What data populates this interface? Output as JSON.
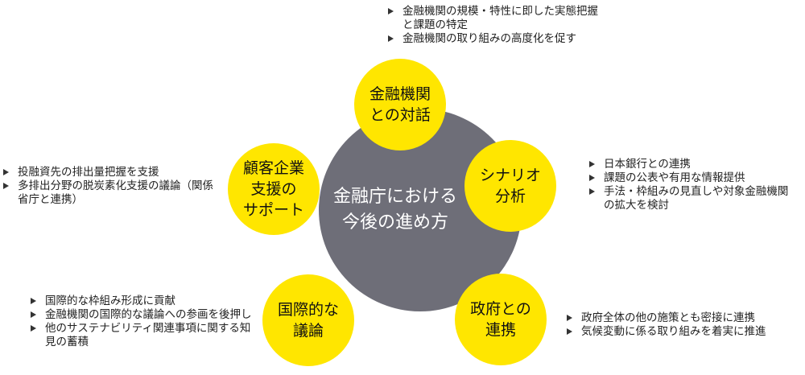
{
  "center": {
    "label": "金融庁における\n今後の進め方"
  },
  "nodes": {
    "dialogue": {
      "label": "金融機関\nとの対話",
      "bullets": [
        "金融機関の規模・特性に即した実態把握と課題の特定",
        "金融機関の取り組みの高度化を促す"
      ]
    },
    "scenario": {
      "label": "シナリオ\n分析",
      "bullets": [
        "日本銀行との連携",
        "課題の公表や有用な情報提供",
        "手法・枠組みの見直しや対象金融機関の拡大を検討"
      ]
    },
    "customer": {
      "label": "顧客企業\n支援の\nサポート",
      "bullets": [
        "投融資先の排出量把握を支援",
        "多排出分野の脱炭素化支援の議論（関係省庁と連携）"
      ]
    },
    "international": {
      "label": "国際的な\n議論",
      "bullets": [
        "国際的な枠組み形成に貢献",
        "金融機関の国際的な議論への参画を後押し",
        "他のサステナビリティ関連事項に関する知見の蓄積"
      ]
    },
    "government": {
      "label": "政府との\n連携",
      "bullets": [
        "政府全体の他の施策とも密接に連携",
        "気候変動に係る取り組みを着実に推進"
      ]
    }
  },
  "colors": {
    "center": "#6e6e78",
    "node": "#ffe600"
  }
}
